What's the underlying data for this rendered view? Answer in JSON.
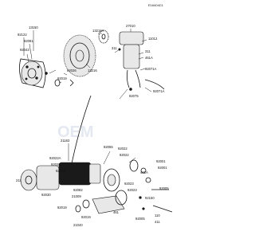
{
  "diagram_code": "E16404C1",
  "watermark": "OEM",
  "labels": {
    "l13150": "13150",
    "l92122": "92122",
    "l92081": "92081",
    "l92043": "92043",
    "l92019a": "92019",
    "l92026": "92026",
    "l13216a": "13216A",
    "l13216": "13216",
    "l27010": "27010",
    "l11012": "11012",
    "l311a": "311",
    "l461a": "461A",
    "l311b": "311",
    "l92071a": "92071A",
    "l92075": "92075",
    "l92071b": "92071A",
    "l21163": "21163",
    "l92055": "92055",
    "l92022a": "92022",
    "l92022b": "92022",
    "l92001a": "92001",
    "l92001b": "92001",
    "l461b": "461A",
    "l92022c": "92022A",
    "l92025": "92025",
    "l92023a": "92023",
    "l92023b": "92023",
    "l92023c": "92023",
    "l92030": "92030",
    "l92082": "92082",
    "l21009": "21009",
    "l211": "211",
    "l92019b": "92019",
    "l92019c": "92019",
    "l21040": "21040",
    "l461c": "461",
    "l92150": "92150",
    "l110": "110",
    "l411": "411",
    "l92005": "92005",
    "l92005b": "92005"
  }
}
